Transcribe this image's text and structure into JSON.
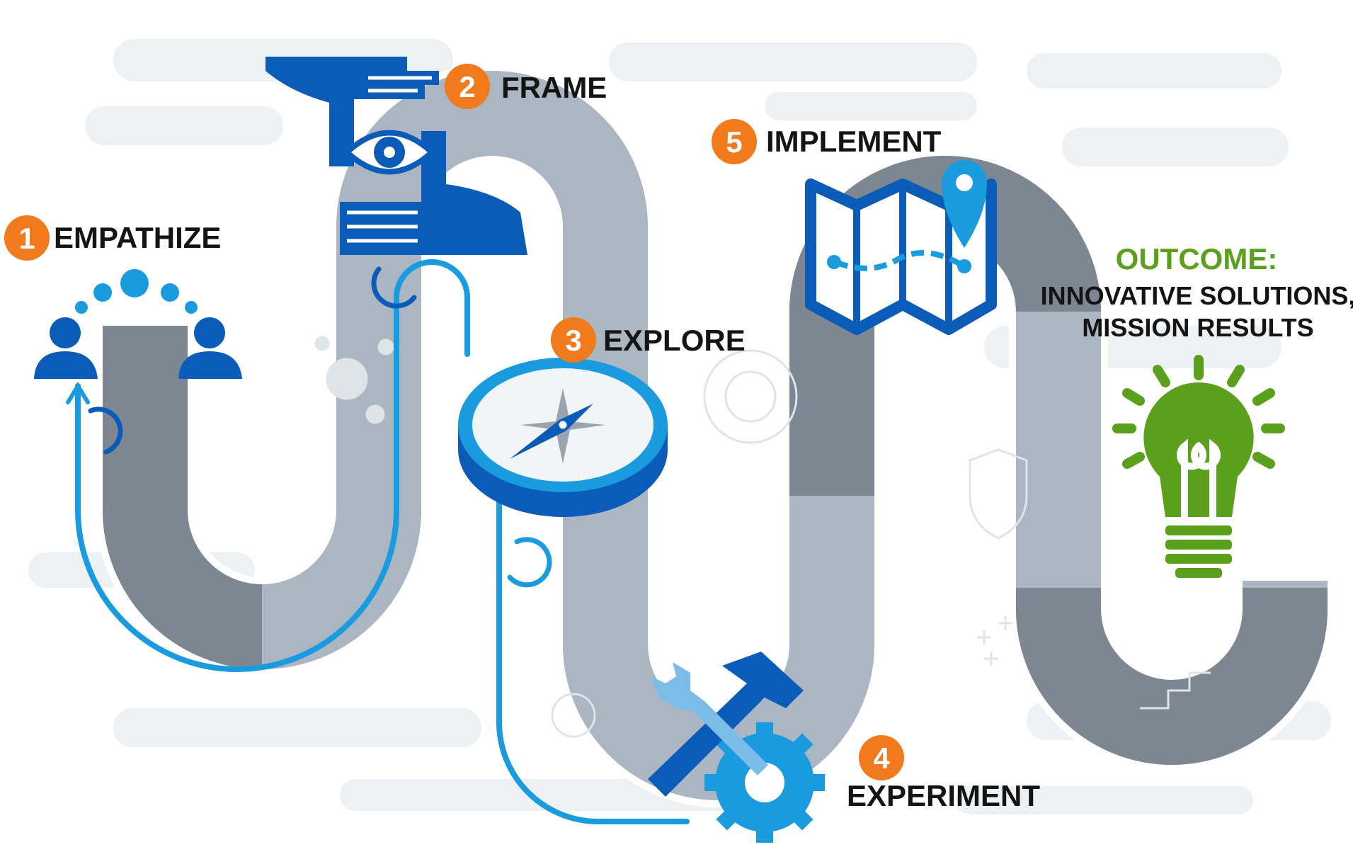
{
  "steps": [
    {
      "number": "1",
      "label": "EMPATHIZE",
      "icon": "people-icon"
    },
    {
      "number": "2",
      "label": "FRAME",
      "icon": "framing-hands-eye-icon"
    },
    {
      "number": "3",
      "label": "EXPLORE",
      "icon": "compass-icon"
    },
    {
      "number": "4",
      "label": "EXPERIMENT",
      "icon": "wrench-hammer-gear-icon"
    },
    {
      "number": "5",
      "label": "IMPLEMENT",
      "icon": "map-pin-icon"
    }
  ],
  "outcome": {
    "title": "OUTCOME:",
    "line1": "INNOVATIVE SOLUTIONS,",
    "line2": "MISSION RESULTS",
    "icon": "lightbulb-icon"
  },
  "colors": {
    "accent_orange": "#f07a1c",
    "icon_blue": "#0b5cb8",
    "light_blue": "#1a9be0",
    "road_dark": "#7d8791",
    "road_light": "#aab6c2",
    "outcome_green": "#5aa01c"
  }
}
